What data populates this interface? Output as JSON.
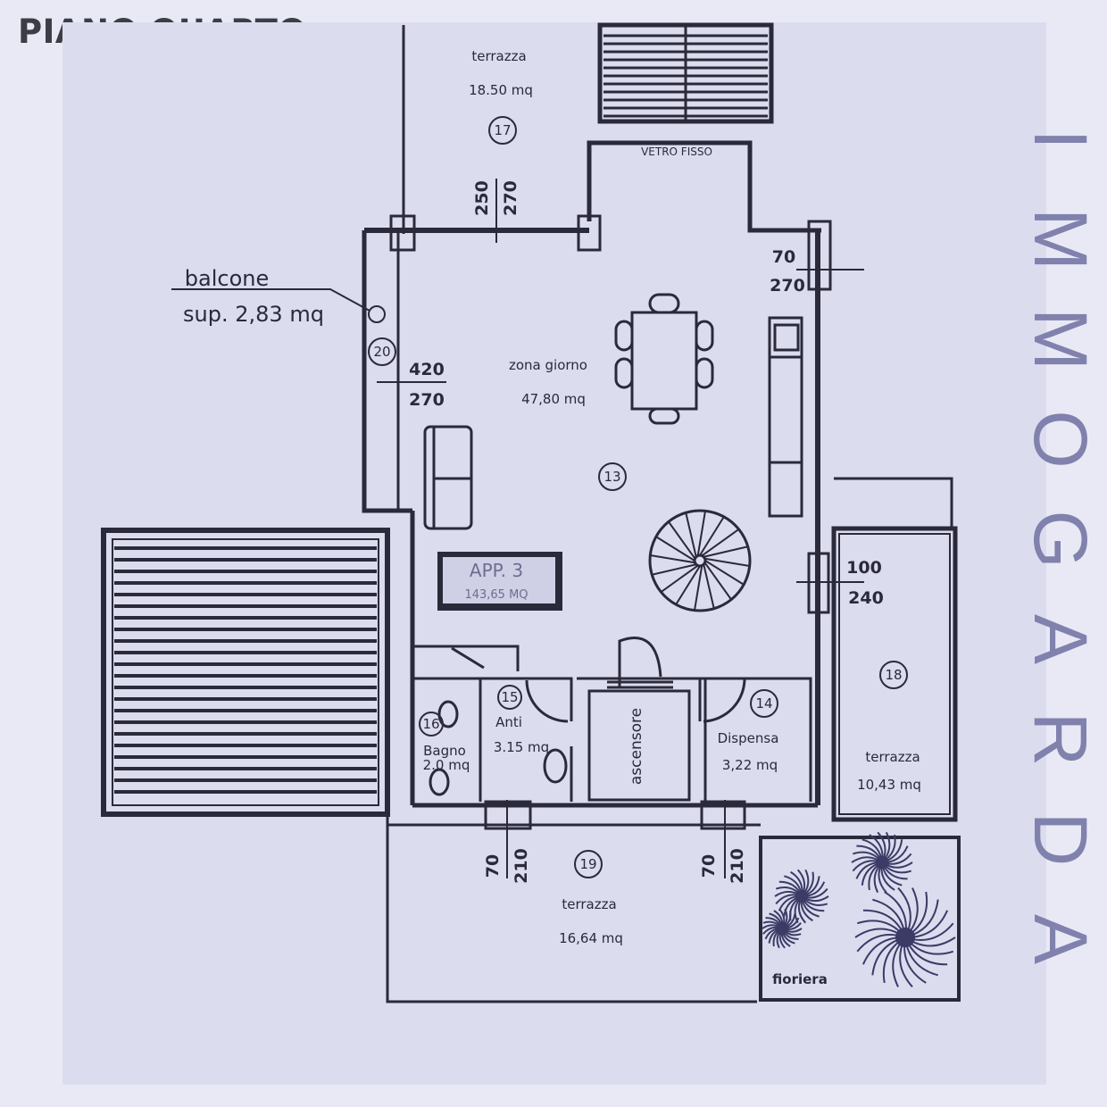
{
  "title": "PIANO QUARTO",
  "brand": [
    "I",
    "M",
    "M",
    "O",
    "G",
    "A",
    "R",
    "D",
    "A"
  ],
  "colors": {
    "background": "#e9e9f6",
    "paper": "#dcdcef",
    "ink": "#2a2a3a",
    "brand": "#8082ad"
  },
  "rooms": {
    "terrazza_17": {
      "name": "terrazza",
      "area": "18.50 mq",
      "number": "17"
    },
    "vetro_fisso": "VETRO FISSO",
    "balcone": {
      "name": "balcone",
      "area": "sup. 2,83 mq",
      "number": "20"
    },
    "zona_giorno": {
      "name": "zona giorno",
      "area": "47,80 mq",
      "number": "13"
    },
    "app": {
      "name": "APP. 3",
      "area": "143,65 MQ"
    },
    "anti": {
      "name": "Anti",
      "area": "3.15 mq",
      "number": "15"
    },
    "bagno": {
      "name": "Bagno",
      "area": "2.0 mq",
      "number": "16"
    },
    "ascensore": "ascensore",
    "dispensa": {
      "name": "Dispensa",
      "area": "3,22 mq",
      "number": "14"
    },
    "terrazza_18": {
      "name": "terrazza",
      "area": "10,43 mq",
      "number": "18"
    },
    "terrazza_19": {
      "name": "terrazza",
      "area": "16,64 mq",
      "number": "19"
    },
    "fioriera": "fioriera"
  },
  "dimensions": {
    "d1": [
      "250",
      "270"
    ],
    "d2": [
      "70",
      "270"
    ],
    "d3": [
      "420",
      "270"
    ],
    "d4": [
      "100",
      "240"
    ],
    "d5": [
      "70",
      "210"
    ],
    "d6": [
      "70",
      "210"
    ]
  }
}
